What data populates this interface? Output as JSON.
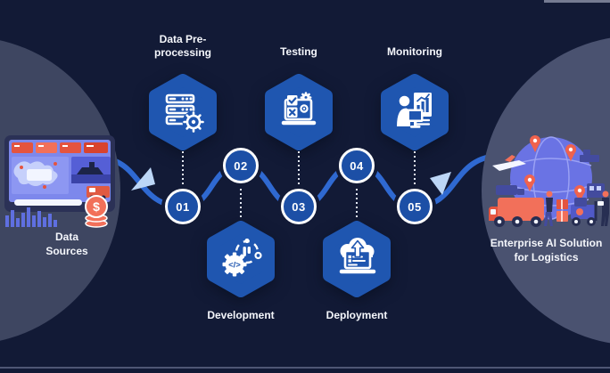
{
  "left_node": {
    "line1": "Data",
    "line2": "Sources"
  },
  "right_node": {
    "line1": "Enterprise AI Solution",
    "line2": "for Logistics"
  },
  "stages": [
    {
      "num": "01",
      "label": "Data Pre-processing",
      "icon": "server-gear-icon",
      "position": "top"
    },
    {
      "num": "02",
      "label": "Development",
      "icon": "gear-code-icon",
      "position": "bottom"
    },
    {
      "num": "03",
      "label": "Testing",
      "icon": "laptop-checklist-icon",
      "position": "top"
    },
    {
      "num": "04",
      "label": "Deployment",
      "icon": "cloud-upload-laptop-icon",
      "position": "bottom"
    },
    {
      "num": "05",
      "label": "Monitoring",
      "icon": "person-chart-icon",
      "position": "top"
    }
  ],
  "colors": {
    "background": "#121A36",
    "side_circle_left": "#3E4661",
    "side_circle_right": "#4A5270",
    "hexagon_blue": "#1F56B0",
    "wave_blue": "#2F69D1",
    "badge_blue": "#1C4FA6",
    "arrow_light_blue": "#BCD6F6",
    "accent_salmon": "#F2705A",
    "globe_purple": "#6A73E4",
    "text_white": "#F4F6FB"
  }
}
